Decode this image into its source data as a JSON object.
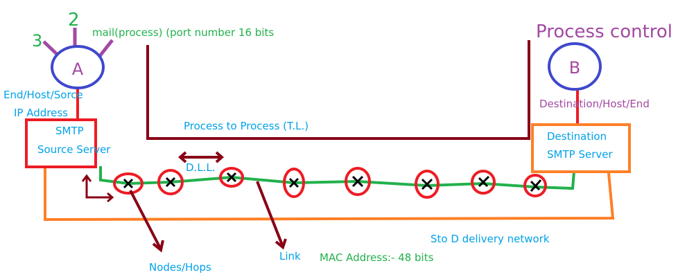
{
  "host_a": {
    "label": "A",
    "ports": [
      "3",
      "2"
    ],
    "desc_line1": "End/Host/Sorce",
    "desc_line2": "IP Address"
  },
  "host_b": {
    "label": "B",
    "desc": "Destination/Host/End"
  },
  "port_note": "mail(process) (port number 16 bits",
  "process_control": "Process control",
  "source_server": {
    "line1": "SMTP",
    "line2": "Source Server"
  },
  "dest_server": {
    "line1": "Destination",
    "line2": "SMTP Server"
  },
  "transport_label": "Process to Process (T.L.)",
  "dll_label": "D.L.L.",
  "network_label": "Sto D delivery network",
  "nodes_label": "Nodes/Hops",
  "link_label": "Link",
  "mac_label": "MAC Address:- 48 bits",
  "colors": {
    "blue": "#3f48cc",
    "red": "#ed1c24",
    "darkred": "#880015",
    "orange": "#ff7f27",
    "green": "#22b14c",
    "purple": "#a349a4",
    "text_blue": "#00a2e8"
  }
}
